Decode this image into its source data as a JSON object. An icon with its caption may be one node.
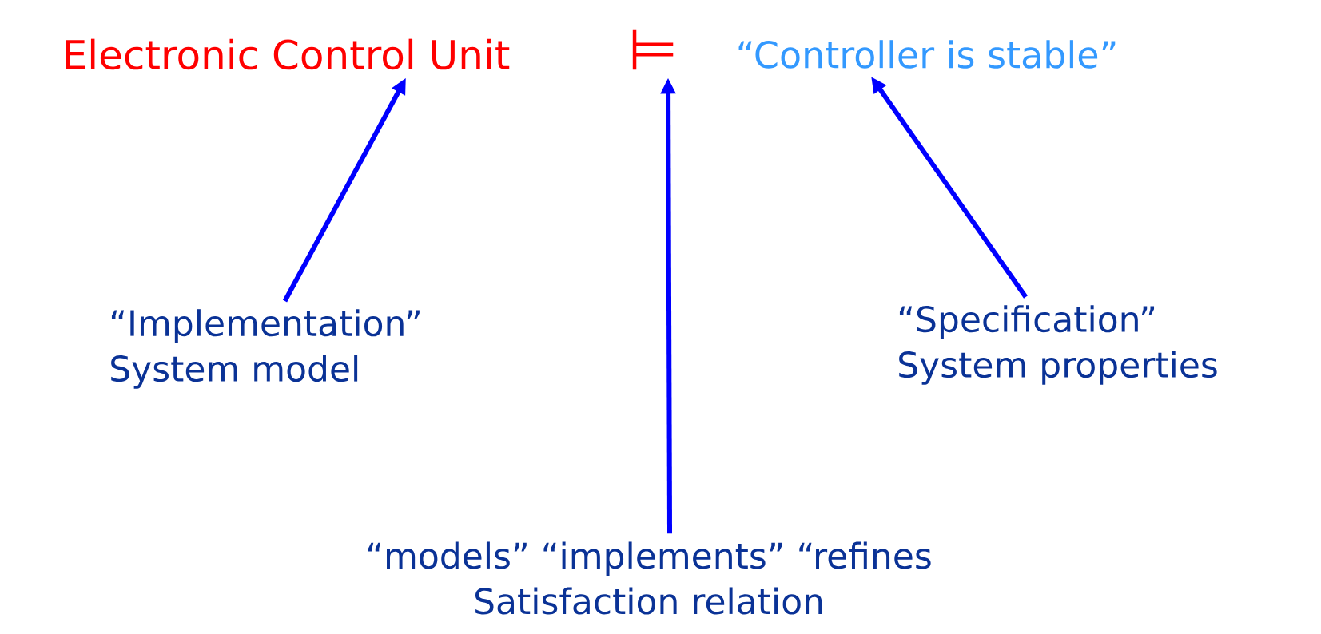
{
  "diagram": {
    "nodes": [
      {
        "text": [
          "Electronic Control Unit"
        ]
      },
      {
        "text": [
          "⊨"
        ]
      },
      {
        "text": [
          "“Controller is stable”"
        ]
      },
      {
        "text": [
          "“Implementation”",
          "System model"
        ]
      },
      {
        "text": [
          "“Specification”",
          "System properties"
        ]
      },
      {
        "text": [
          "“models” “implements” “refines",
          "Satisfaction relation"
        ]
      }
    ],
    "edges": [
      {
        "from": 3,
        "to": 0,
        "arrow": "to"
      },
      {
        "from": 5,
        "to": 1,
        "arrow": "to"
      },
      {
        "from": 4,
        "to": 2,
        "arrow": "to"
      }
    ]
  }
}
